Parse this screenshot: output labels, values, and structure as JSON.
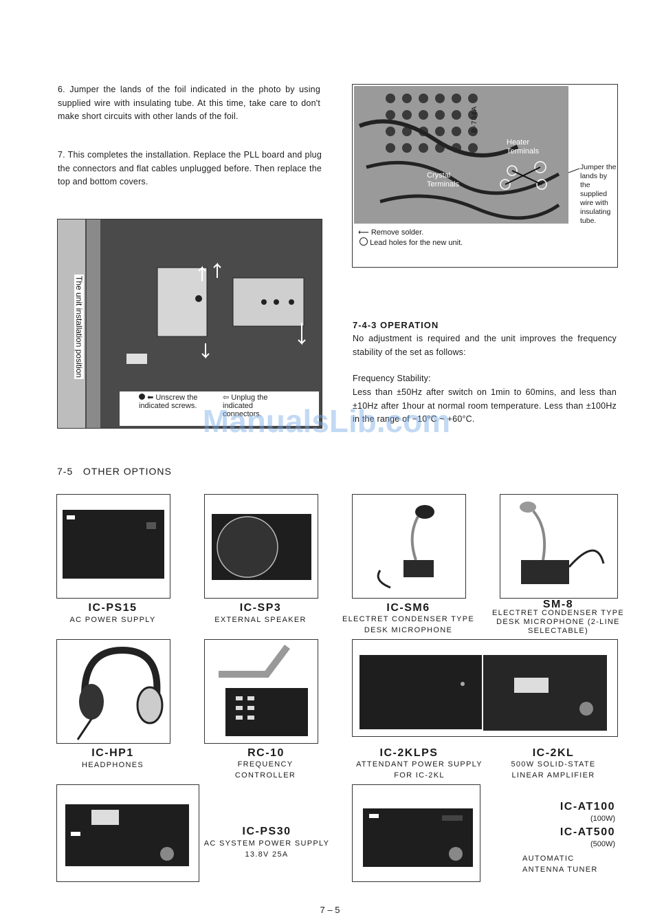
{
  "instructions": {
    "step6": "6. Jumper the lands of the foil indicated in the photo by using supplied wire with insulating tube. At this time, take care to don't make short circuits with other lands of the foil.",
    "step7": "7. This completes the installation. Replace the PLL board and plug the connectors and flat cables unplugged before. Then replace the top and bottom covers."
  },
  "board_photo": {
    "board_label": "B-704A",
    "heater_label": "Heater Terminals",
    "crystal_label": "Crystal Terminals",
    "jumper_label": "Jumper the lands by the supplied wire with insulating tube.",
    "legend_remove": "Remove solder.",
    "legend_holes": "Lead holes for the new unit."
  },
  "unit_photo": {
    "vertical_label": "The unit installation position",
    "legend_unscrew": "Unscrew the indicated screws.",
    "legend_unplug": "Unplug the indicated connectors."
  },
  "operation": {
    "heading": "7-4-3  OPERATION",
    "intro": "No adjustment is required and the unit improves the frequency stability of the set as follows:",
    "subheading": "Frequency Stability:",
    "body": "Less than ±50Hz after switch on 1min to 60mins, and less than ±10Hz after 1hour at normal room temperature. Less than ±100Hz in the range of −10°C ~ +60°C."
  },
  "options": {
    "heading": "7-5   OTHER OPTIONS",
    "items": [
      {
        "model": "IC-PS15",
        "desc": "AC POWER SUPPLY"
      },
      {
        "model": "IC-SP3",
        "desc": "EXTERNAL SPEAKER"
      },
      {
        "model": "IC-SM6",
        "desc": "ELECTRET CONDENSER TYPE DESK MICROPHONE"
      },
      {
        "model": "SM-8",
        "desc": "ELECTRET CONDENSER TYPE DESK MICROPHONE (2-LINE SELECTABLE)"
      },
      {
        "model": "IC-HP1",
        "desc": "HEADPHONES"
      },
      {
        "model": "RC-10",
        "desc": "FREQUENCY CONTROLLER"
      },
      {
        "model": "IC-2KLPS",
        "desc": "ATTENDANT POWER SUPPLY FOR IC-2KL"
      },
      {
        "model": "IC-2KL",
        "desc": "500W SOLID-STATE LINEAR AMPLIFIER"
      },
      {
        "model": "IC-PS30",
        "desc": "AC SYSTEM POWER SUPPLY",
        "spec": "13.8V 25A"
      },
      {
        "model": "IC-AT100",
        "spec": "(100W)"
      },
      {
        "model": "IC-AT500",
        "spec": "(500W)",
        "desc": "AUTOMATIC ANTENNA TUNER"
      }
    ]
  },
  "watermark": "ManualsLib.com",
  "page_number": "7 – 5"
}
